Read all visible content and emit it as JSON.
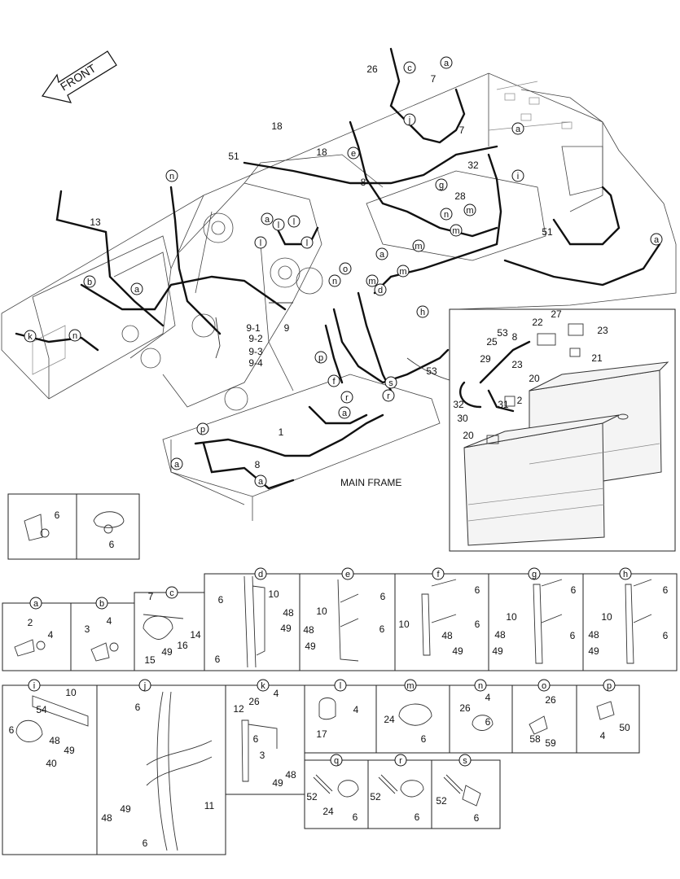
{
  "direction_label": "FRONT",
  "main_label": "MAIN FRAME",
  "callouts_main": [
    "26",
    "c",
    "a",
    "7",
    "7",
    "18",
    "j",
    "18",
    "e",
    "a",
    "51",
    "8",
    "i",
    "n",
    "32",
    "g",
    "28",
    "n",
    "m",
    "m",
    "13",
    "a",
    "l",
    "l",
    "l",
    "l",
    "51",
    "a",
    "a",
    "o",
    "m",
    "a",
    "b",
    "m",
    "n",
    "m",
    "d",
    "h",
    "9-1",
    "9",
    "9-2",
    "9-3",
    "9-4",
    "k",
    "n",
    "p",
    "f",
    "s",
    "r",
    "r",
    "a",
    "53",
    "p",
    "1",
    "8",
    "a",
    "a"
  ],
  "inset_callouts": [
    "53",
    "22",
    "27",
    "23",
    "25",
    "8",
    "21",
    "29",
    "23",
    "20",
    "2",
    "32",
    "31",
    "30",
    "20"
  ],
  "detail_small_1": [
    "6"
  ],
  "detail_small_2": [
    "6"
  ],
  "details": [
    {
      "letter": "a",
      "parts": [
        "2",
        "4"
      ]
    },
    {
      "letter": "b",
      "parts": [
        "3",
        "4"
      ]
    },
    {
      "letter": "c",
      "parts": [
        "7",
        "14",
        "16",
        "49",
        "15"
      ]
    },
    {
      "letter": "d",
      "parts": [
        "10",
        "6",
        "48",
        "49",
        "6"
      ]
    },
    {
      "letter": "e",
      "parts": [
        "6",
        "10",
        "6",
        "48",
        "49"
      ]
    },
    {
      "letter": "f",
      "parts": [
        "6",
        "10",
        "48",
        "6",
        "49"
      ]
    },
    {
      "letter": "g",
      "parts": [
        "6",
        "10",
        "6",
        "48",
        "49"
      ]
    },
    {
      "letter": "h",
      "parts": [
        "6",
        "10",
        "6",
        "48",
        "49"
      ]
    },
    {
      "letter": "i",
      "parts": [
        "10",
        "54",
        "6",
        "48",
        "40",
        "49"
      ]
    },
    {
      "letter": "j",
      "parts": [
        "6",
        "11",
        "49",
        "48",
        "6"
      ]
    },
    {
      "letter": "k",
      "parts": [
        "4",
        "12",
        "26",
        "6",
        "3",
        "48",
        "49"
      ]
    },
    {
      "letter": "l",
      "parts": [
        "4",
        "17"
      ]
    },
    {
      "letter": "m",
      "parts": [
        "24",
        "6"
      ]
    },
    {
      "letter": "n",
      "parts": [
        "4",
        "26",
        "6"
      ]
    },
    {
      "letter": "o",
      "parts": [
        "26",
        "58",
        "59"
      ]
    },
    {
      "letter": "p",
      "parts": [
        "50",
        "4"
      ]
    },
    {
      "letter": "q",
      "parts": [
        "52",
        "24",
        "6"
      ]
    },
    {
      "letter": "r",
      "parts": [
        "52",
        "6"
      ]
    },
    {
      "letter": "s",
      "parts": [
        "52",
        "6"
      ]
    }
  ]
}
